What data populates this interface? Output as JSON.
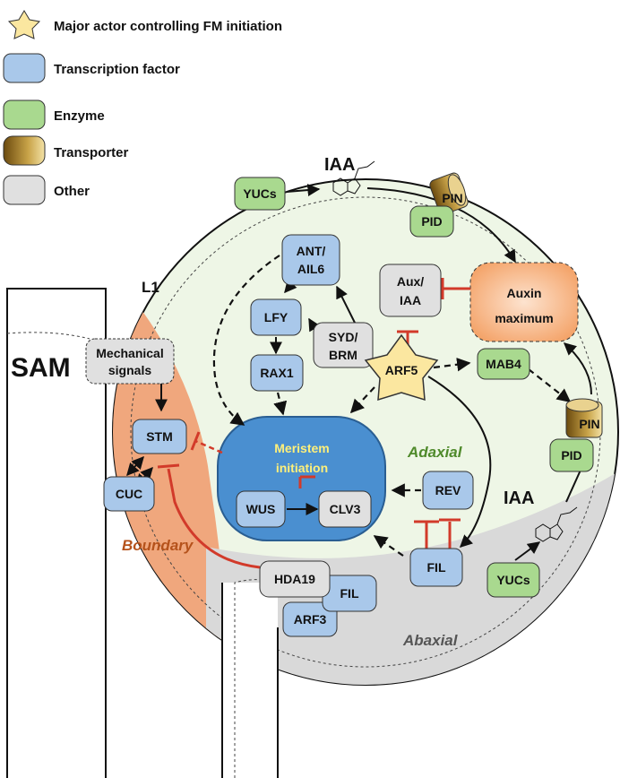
{
  "legend": [
    {
      "label": "Major actor controlling FM initiation",
      "shape": "star-icon",
      "color": "#fbe7a0"
    },
    {
      "label": "Transcription factor",
      "shape": "rounded-box",
      "color": "#a9c8ea"
    },
    {
      "label": "Enzyme",
      "shape": "rounded-box",
      "color": "#a9d98f"
    },
    {
      "label": "Transporter",
      "shape": "cylinder-icon",
      "color": "#8a6a1e"
    },
    {
      "label": "Other",
      "shape": "rounded-box",
      "color": "#e0e0e0"
    }
  ],
  "regions": {
    "sam": "SAM",
    "l1": "L1",
    "boundary": "Boundary",
    "adaxial": "Adaxial",
    "abaxial": "Abaxial",
    "iaa_top": "IAA",
    "iaa_bottom": "IAA"
  },
  "nodes": {
    "yucs_top": "YUCs",
    "pin_top": "PIN",
    "pid_top": "PID",
    "ant_line1": "ANT/",
    "ant_line2": "AIL6",
    "aux_line1": "Aux/",
    "aux_line2": "IAA",
    "auxin_line1": "Auxin",
    "auxin_line2": "maximum",
    "lfy": "LFY",
    "syd_line1": "SYD/",
    "syd_line2": "BRM",
    "rax1": "RAX1",
    "arf5": "ARF5",
    "mab4": "MAB4",
    "mech_line1": "Mechanical",
    "mech_line2": "signals",
    "stm": "STM",
    "cuc": "CUC",
    "meristem_line1": "Meristem",
    "meristem_line2": "initiation",
    "wus": "WUS",
    "clv3": "CLV3",
    "rev": "REV",
    "pin_right": "PIN",
    "pid_right": "PID",
    "fil_center": "FIL",
    "hda19": "HDA19",
    "fil_bottom": "FIL",
    "arf3": "ARF3",
    "yucs_bottom": "YUCs"
  },
  "colors": {
    "tf": "#a9c8ea",
    "enzyme": "#a9d98f",
    "other": "#e0e0e0",
    "star": "#fbe7a0",
    "auxin": "#f6b07c",
    "meristem": "#4a8fd0",
    "meristem_text": "#fff07a",
    "boundary": "#f0a77d",
    "abaxial": "#d9d9d9",
    "circle": "#eef6e6",
    "inhibit": "#d23a2a",
    "boundary_text": "#b5521b",
    "adaxial_text": "#4f8a2b"
  }
}
